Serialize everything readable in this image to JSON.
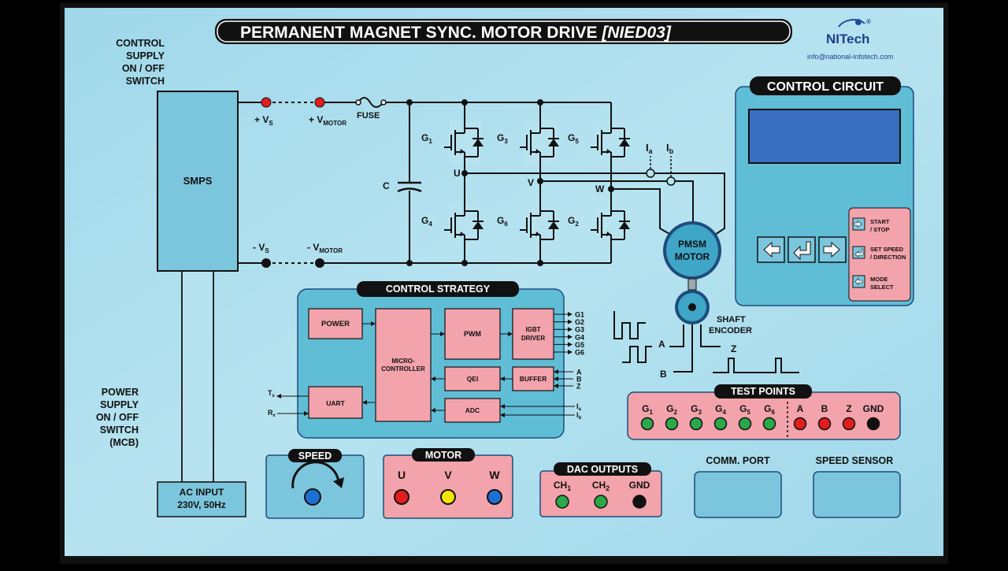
{
  "title": {
    "main": "PERMANENT MAGNET SYNC. MOTOR DRIVE ",
    "code": "[NIED03]"
  },
  "logo": {
    "brand": "NITech",
    "email": "info@national-infotech.com"
  },
  "control_supply": {
    "line1": "CONTROL",
    "line2": "SUPPLY",
    "line3": "ON / OFF",
    "line4": "SWITCH"
  },
  "power_supply": {
    "line1": "POWER",
    "line2": "SUPPLY",
    "line3": "ON / OFF",
    "line4": "SWITCH",
    "line5": "(MCB)"
  },
  "smps": "SMPS",
  "ac_input": {
    "line1": "AC INPUT",
    "line2": "230V, 50Hz"
  },
  "terminals": {
    "vs_plus": "+ V",
    "vs_minus": "- V",
    "vs_sub": "S",
    "vm_plus": "+ V",
    "vm_minus": "- V",
    "vm_sub": "MOTOR",
    "fuse": "FUSE",
    "cap": "C"
  },
  "gates": [
    {
      "g": "G",
      "n": "1"
    },
    {
      "g": "G",
      "n": "3"
    },
    {
      "g": "G",
      "n": "5"
    },
    {
      "g": "G",
      "n": "4"
    },
    {
      "g": "G",
      "n": "6"
    },
    {
      "g": "G",
      "n": "2"
    }
  ],
  "phases": {
    "u": "U",
    "v": "V",
    "w": "W"
  },
  "currents": {
    "ia": "I",
    "ia_sub": "a",
    "ib": "I",
    "ib_sub": "b"
  },
  "motor": {
    "line1": "PMSM",
    "line2": "MOTOR"
  },
  "encoder": {
    "line1": "SHAFT",
    "line2": "ENCODER",
    "a": "A",
    "b": "B",
    "z": "Z"
  },
  "control_circuit": {
    "title": "CONTROL CIRCUIT",
    "legend": [
      {
        "line1": "START",
        "line2": "/ STOP"
      },
      {
        "line1": "SET SPEED",
        "line2": "/ DIRECTION"
      },
      {
        "line1": "MODE",
        "line2": "SELECT"
      }
    ]
  },
  "strategy": {
    "title": "CONTROL STRATEGY",
    "power": "POWER",
    "mc1": "MICRO-",
    "mc2": "CONTROLLER",
    "pwm": "PWM",
    "igbt1": "IGBT",
    "igbt2": "DRIVER",
    "qei": "QEI",
    "buffer": "BUFFER",
    "uart": "UART",
    "adc": "ADC",
    "g_outputs": [
      "G1",
      "G2",
      "G3",
      "G4",
      "G5",
      "G6"
    ],
    "enc_inputs": [
      "A",
      "B",
      "Z"
    ],
    "tx": "T",
    "tx_sub": "x",
    "rx": "R",
    "rx_sub": "x",
    "ia": "I",
    "ia_sub": "a",
    "ib": "I",
    "ib_sub": "b"
  },
  "test_points": {
    "title": "TEST POINTS",
    "points": [
      {
        "label": "G",
        "sub": "1",
        "color": "#2aa84a"
      },
      {
        "label": "G",
        "sub": "2",
        "color": "#2aa84a"
      },
      {
        "label": "G",
        "sub": "3",
        "color": "#2aa84a"
      },
      {
        "label": "G",
        "sub": "4",
        "color": "#2aa84a"
      },
      {
        "label": "G",
        "sub": "5",
        "color": "#2aa84a"
      },
      {
        "label": "G",
        "sub": "6",
        "color": "#2aa84a"
      },
      {
        "label": "A",
        "sub": "",
        "color": "#e11d1d"
      },
      {
        "label": "B",
        "sub": "",
        "color": "#e11d1d"
      },
      {
        "label": "Z",
        "sub": "",
        "color": "#e11d1d"
      },
      {
        "label": "GND",
        "sub": "",
        "color": "#111111"
      }
    ]
  },
  "speed": {
    "title": "SPEED"
  },
  "motor_panel": {
    "title": "MOTOR",
    "terminals": [
      {
        "label": "U",
        "color": "#e11d1d"
      },
      {
        "label": "V",
        "color": "#f2e600"
      },
      {
        "label": "W",
        "color": "#1d6fd1"
      }
    ]
  },
  "dac": {
    "title": "DAC OUTPUTS",
    "points": [
      {
        "label": "CH",
        "sub": "1",
        "color": "#2aa84a"
      },
      {
        "label": "CH",
        "sub": "2",
        "color": "#2aa84a"
      },
      {
        "label": "GND",
        "sub": "",
        "color": "#111111"
      }
    ]
  },
  "comm_port": "COMM. PORT",
  "speed_sensor": "SPEED SENSOR",
  "colors": {
    "panel": "#a9dced",
    "board": "#8fd1e4",
    "pink": "#f3a3ab",
    "navy": "#1e4c7a",
    "lcd": "#3a6ec0"
  }
}
